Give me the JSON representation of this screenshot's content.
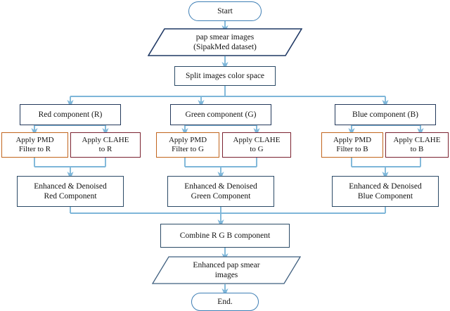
{
  "diagram": {
    "title": "Pap smear image enhancement flowchart",
    "colors": {
      "connector": "#7eb6d9",
      "process_border": "#2b4a66",
      "terminator_border": "#3f7fb5",
      "pmd_border": "#c1651d",
      "clahe_border": "#7b2230",
      "background": "#ffffff",
      "text": "#121212"
    },
    "nodes": {
      "start": {
        "label": "Start",
        "shape": "terminator"
      },
      "input_data": {
        "label": "pap smear images\n(SipakMed dataset)",
        "shape": "data"
      },
      "split": {
        "label": "Split images color space",
        "shape": "process"
      },
      "red_component": {
        "label": "Red component (R)",
        "shape": "process"
      },
      "green_component": {
        "label": "Green component (G)",
        "shape": "process"
      },
      "blue_component": {
        "label": "Blue component (B)",
        "shape": "process"
      },
      "pmd_r": {
        "label": "Apply PMD\nFilter to R",
        "shape": "process"
      },
      "clahe_r": {
        "label": "Apply CLAHE\nto R",
        "shape": "process"
      },
      "pmd_g": {
        "label": "Apply PMD\nFilter to G",
        "shape": "process"
      },
      "clahe_g": {
        "label": "Apply CLAHE\nto G",
        "shape": "process"
      },
      "pmd_b": {
        "label": "Apply PMD\nFilter to B",
        "shape": "process"
      },
      "clahe_b": {
        "label": "Apply CLAHE\nto B",
        "shape": "process"
      },
      "enh_red": {
        "label": "Enhanced & Denoised\nRed Component",
        "shape": "process"
      },
      "enh_green": {
        "label": "Enhanced & Denoised\nGreen Component",
        "shape": "process"
      },
      "enh_blue": {
        "label": "Enhanced & Denoised\nBlue Component",
        "shape": "process"
      },
      "combine": {
        "label": "Combine R G B component",
        "shape": "process"
      },
      "output_data": {
        "label": "Enhanced pap smear\nimages",
        "shape": "data"
      },
      "end": {
        "label": "End.",
        "shape": "terminator"
      }
    }
  }
}
